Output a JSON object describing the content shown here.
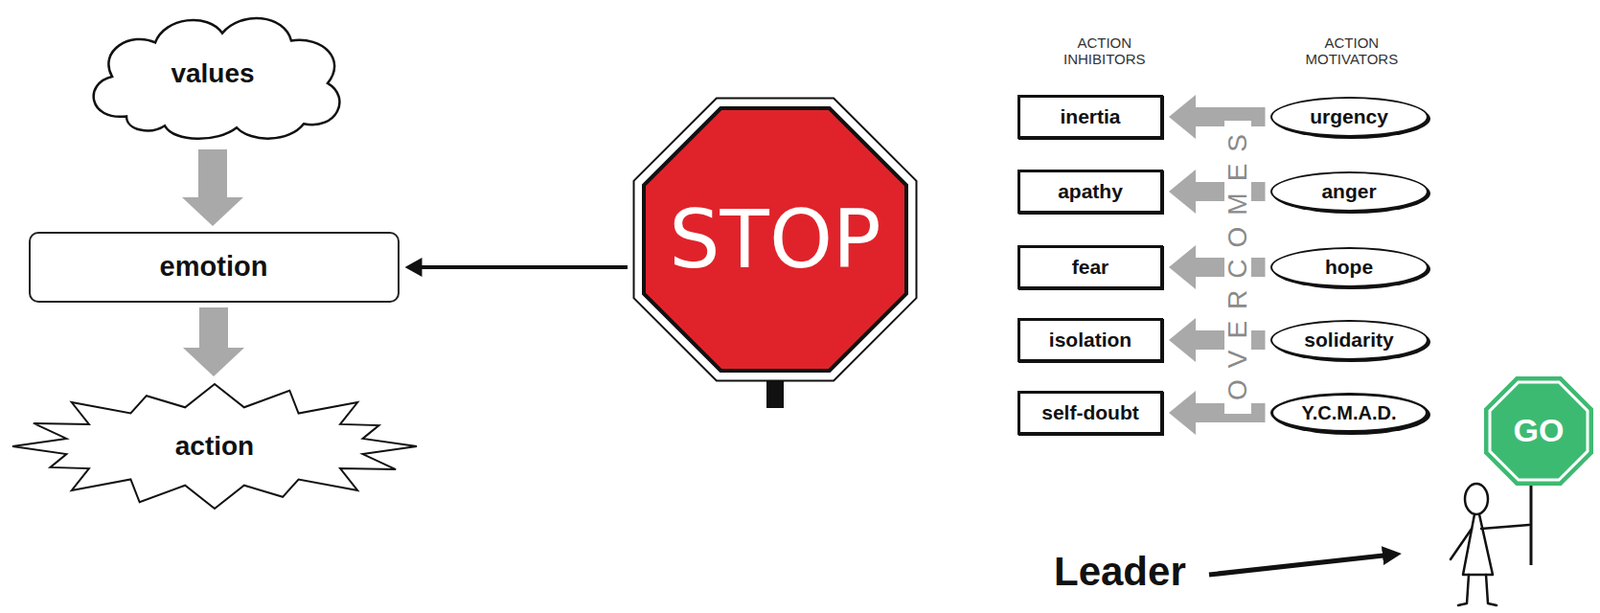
{
  "diagram": {
    "nodes": [
      {
        "text": [
          "values"
        ]
      },
      {
        "text": [
          "emotion"
        ]
      },
      {
        "text": [
          "action"
        ]
      },
      {
        "text": [
          "STOP"
        ]
      },
      {
        "text": [
          "inertia"
        ]
      },
      {
        "text": [
          "urgency"
        ]
      },
      {
        "text": [
          "apathy"
        ]
      },
      {
        "text": [
          "anger"
        ]
      },
      {
        "text": [
          "fear"
        ]
      },
      {
        "text": [
          "hope"
        ]
      },
      {
        "text": [
          "isolation"
        ]
      },
      {
        "text": [
          "solidarity"
        ]
      },
      {
        "text": [
          "self-doubt"
        ]
      },
      {
        "text": [
          "Y.C.M.A.D."
        ]
      },
      {
        "text": [
          "GO"
        ]
      }
    ],
    "edges": [
      {
        "from": 0,
        "to": 1,
        "arrow": "to"
      },
      {
        "from": 1,
        "to": 2,
        "arrow": "to"
      },
      {
        "from": 3,
        "to": 1,
        "arrow": "to"
      },
      {
        "from": 5,
        "to": 4,
        "arrow": "to"
      },
      {
        "from": 7,
        "to": 6,
        "arrow": "to"
      },
      {
        "from": 9,
        "to": 8,
        "arrow": "to"
      },
      {
        "from": 11,
        "to": 10,
        "arrow": "to"
      },
      {
        "from": 13,
        "to": 12,
        "arrow": "to"
      }
    ],
    "labels": [
      "ACTION INHIBITORS",
      "ACTION MOTIVATORS",
      "OVERCOMES",
      "Leader"
    ]
  }
}
